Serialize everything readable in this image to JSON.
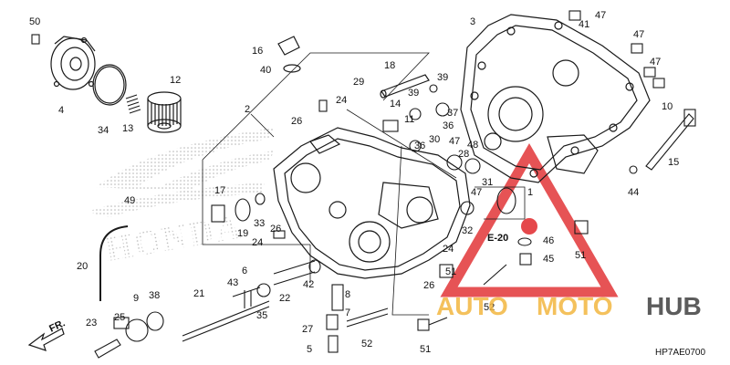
{
  "diagram": {
    "code": "HP7AE0700",
    "front_label": "FR.",
    "ref_label": "E-20",
    "brand_text": "HONDA",
    "callouts": [
      "1",
      "2",
      "3",
      "4",
      "5",
      "6",
      "7",
      "8",
      "9",
      "10",
      "11",
      "12",
      "13",
      "14",
      "15",
      "16",
      "17",
      "18",
      "19",
      "20",
      "21",
      "22",
      "23",
      "24",
      "24",
      "24",
      "25",
      "26",
      "26",
      "26",
      "27",
      "28",
      "29",
      "30",
      "31",
      "32",
      "33",
      "34",
      "35",
      "36",
      "36",
      "37",
      "38",
      "39",
      "39",
      "40",
      "41",
      "42",
      "43",
      "44",
      "45",
      "46",
      "47",
      "47",
      "47",
      "47",
      "47",
      "48",
      "49",
      "50",
      "51",
      "51",
      "51",
      "52",
      "52"
    ]
  },
  "watermark": {
    "text_prefix": "AUTO",
    "text_mid": "MOTO",
    "text_suffix": "HUB",
    "colors": {
      "prefix": "#f2b63f",
      "mid": "#f2b63f",
      "suffix": "#4a4a4a",
      "triangle": "#e0282b"
    }
  }
}
